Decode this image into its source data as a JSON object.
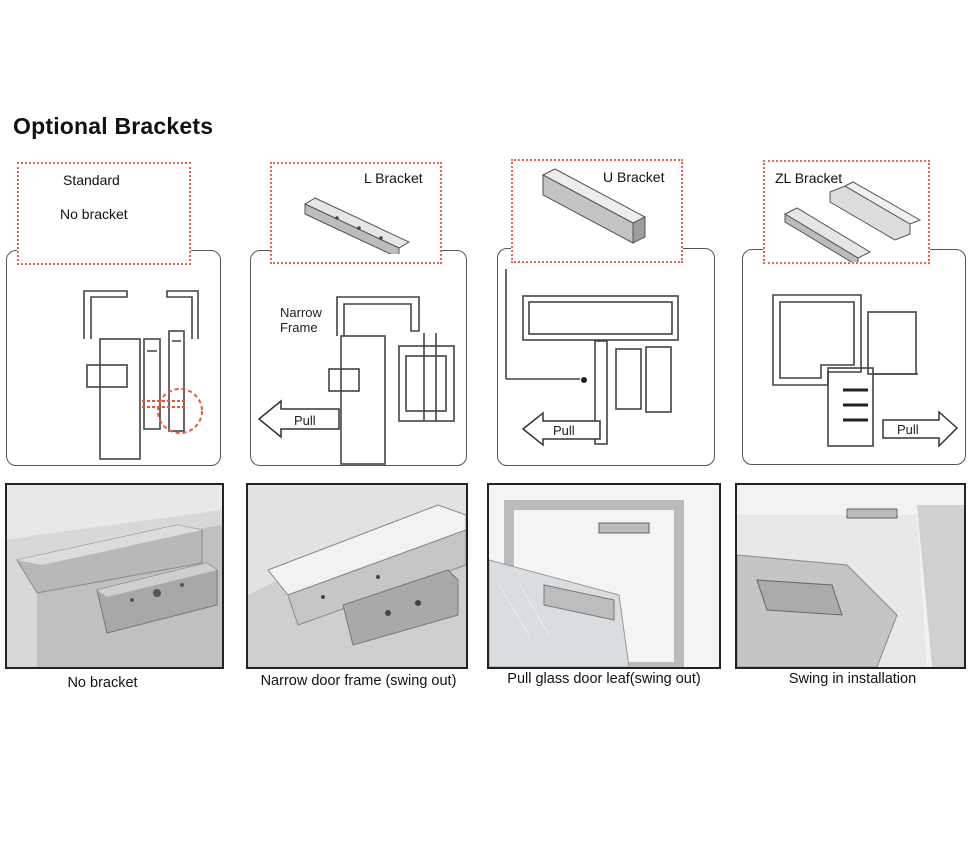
{
  "title": "Optional Brackets",
  "options": [
    {
      "tag_label": "Standard",
      "tag_sublabel": "No bracket",
      "caption": "No bracket"
    },
    {
      "tag_label": "L Bracket",
      "diagram_text": "Narrow Frame",
      "pull_label": "Pull",
      "caption": "Narrow door frame (swing out)"
    },
    {
      "tag_label": "U Bracket",
      "pull_label": "Pull",
      "caption": "Pull glass door leaf(swing out)"
    },
    {
      "tag_label": "ZL Bracket",
      "pull_label": "Pull",
      "caption": "Swing in installation"
    }
  ],
  "colors": {
    "tag_border": "#e06a5a",
    "frame_outline": "#555555",
    "photo_border": "#222222",
    "highlight": "#e05a3a"
  }
}
